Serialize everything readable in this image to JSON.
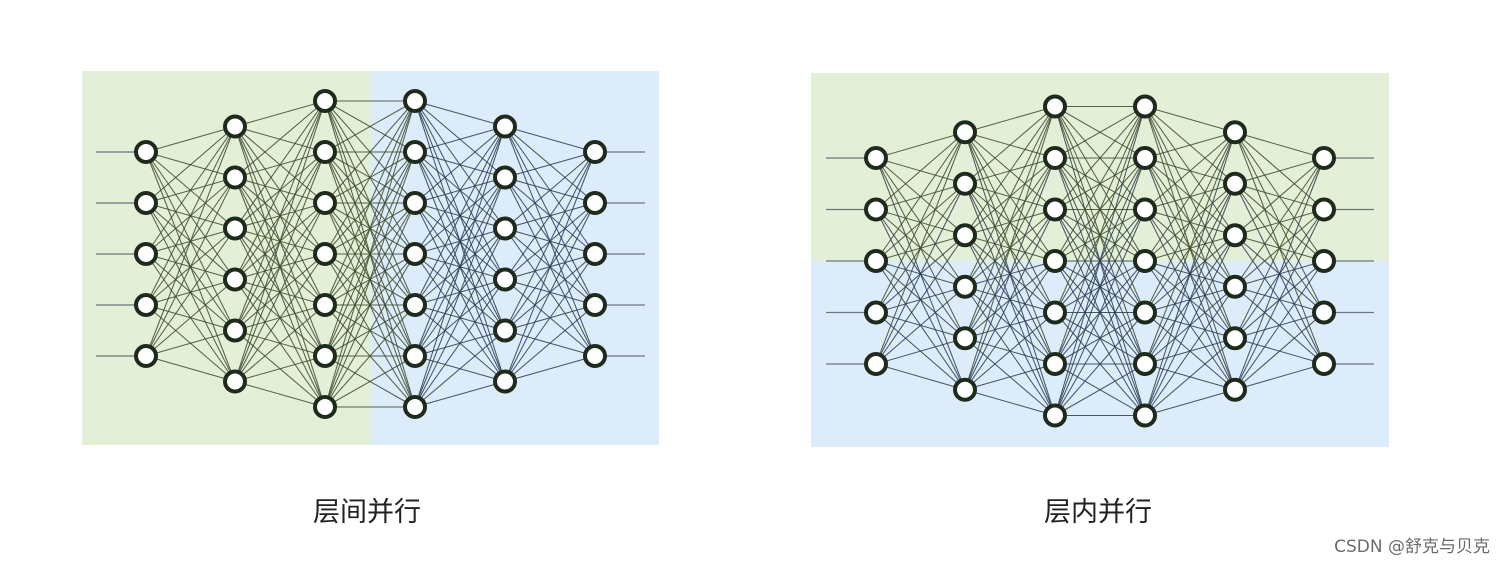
{
  "captions": {
    "left": "层间并行",
    "right": "层内并行"
  },
  "watermark": "CSDN @舒克与贝克",
  "colors": {
    "green_region": "#e3efd7",
    "blue_region": "#dcecfb",
    "edge_green": "#3c4a2c",
    "edge_blue": "#2c3c4c",
    "node_stroke": "#1e2a1c",
    "node_fill": "#ffffff",
    "io_line": "#6b7580"
  },
  "networks": [
    {
      "id": "inter-layer",
      "partition": "vertical",
      "layer_node_counts": [
        5,
        6,
        7,
        7,
        6,
        5
      ],
      "partition_after_layer": 3
    },
    {
      "id": "intra-layer",
      "partition": "horizontal",
      "layer_node_counts": [
        5,
        6,
        7,
        7,
        6,
        5
      ]
    }
  ]
}
